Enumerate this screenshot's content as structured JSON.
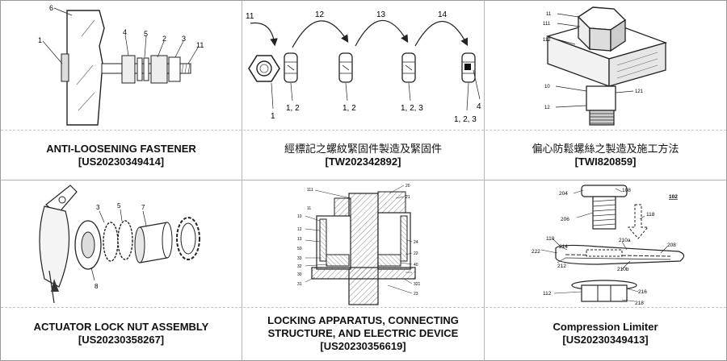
{
  "patents": [
    {
      "title": "ANTI-LOOSENING FASTENER",
      "number": "[US20230349414]",
      "figure_labels": [
        "6",
        "1",
        "4",
        "5",
        "2",
        "3",
        "11"
      ]
    },
    {
      "title": "經標記之螺紋緊固件製造及緊固件",
      "number": "[TW202342892]",
      "figure_labels": [
        "11",
        "12",
        "13",
        "14",
        "1",
        "1, 2",
        "1, 2",
        "1, 2, 3",
        "1, 2, 3",
        "4"
      ]
    },
    {
      "title": "偏心防鬆螺絲之製造及施工方法",
      "number": "[TWI820859]",
      "figure_labels": [
        "11",
        "111",
        "112",
        "10",
        "12",
        "121"
      ]
    },
    {
      "title": "ACTUATOR LOCK NUT ASSEMBLY",
      "number": "[US20230358267]",
      "figure_labels": [
        "3",
        "5",
        "7",
        "8"
      ]
    },
    {
      "title_line1": "LOCKING APPARATUS, CONNECTING",
      "title_line2": "STRUCTURE, AND ELECTRIC DEVICE",
      "number": "[US20230356619]",
      "figure_labels": [
        "20",
        "111",
        "21",
        "11",
        "10",
        "12",
        "13",
        "50",
        "24",
        "22",
        "33",
        "32",
        "30",
        "31",
        "40",
        "321",
        "23"
      ]
    },
    {
      "title": "Compression Limiter",
      "number": "[US20230349413]",
      "figure_labels": [
        "204",
        "108",
        "102",
        "206",
        "118",
        "110",
        "214",
        "210a",
        "208",
        "222",
        "212",
        "210b",
        "112",
        "216",
        "218"
      ]
    }
  ]
}
